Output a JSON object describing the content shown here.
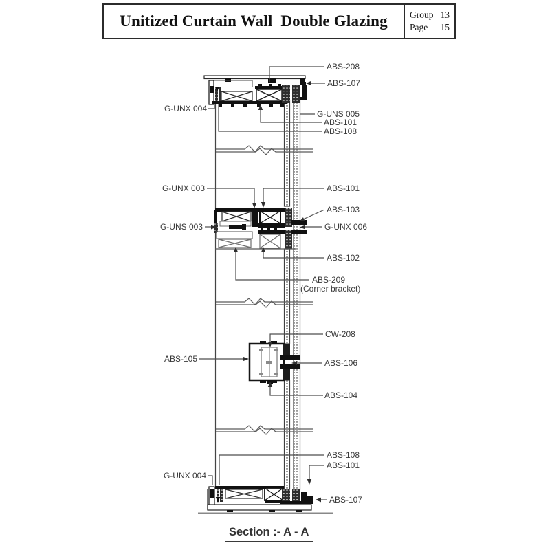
{
  "header": {
    "title": "Unitized Curtain Wall  Double Glazing",
    "group": {
      "label": "Group",
      "value": "13"
    },
    "page": {
      "label": "Page",
      "value": "15"
    }
  },
  "drawing": {
    "labels": [
      {
        "id": "abs-208",
        "text": "ABS-208"
      },
      {
        "id": "abs-107-top",
        "text": "ABS-107"
      },
      {
        "id": "g-unx-004-top",
        "text": "G-UNX 004"
      },
      {
        "id": "g-uns-005",
        "text": "G-UNS 005"
      },
      {
        "id": "abs-101-top",
        "text": "ABS-101"
      },
      {
        "id": "abs-108-top",
        "text": "ABS-108"
      },
      {
        "id": "g-unx-003",
        "text": "G-UNX 003"
      },
      {
        "id": "abs-101-mid",
        "text": "ABS-101"
      },
      {
        "id": "abs-103",
        "text": "ABS-103"
      },
      {
        "id": "g-uns-003",
        "text": "G-UNS 003"
      },
      {
        "id": "g-unx-006",
        "text": "G-UNX 006"
      },
      {
        "id": "abs-102",
        "text": "ABS-102"
      },
      {
        "id": "abs-209",
        "text": "ABS-209"
      },
      {
        "id": "abs-209-note",
        "text": "(Corner bracket)"
      },
      {
        "id": "cw-208",
        "text": "CW-208"
      },
      {
        "id": "abs-105",
        "text": "ABS-105"
      },
      {
        "id": "abs-106",
        "text": "ABS-106"
      },
      {
        "id": "abs-104",
        "text": "ABS-104"
      },
      {
        "id": "abs-108-bottom",
        "text": "ABS-108"
      },
      {
        "id": "abs-101-bottom",
        "text": "ABS-101"
      },
      {
        "id": "g-unx-004-bottom",
        "text": "G-UNX 004"
      },
      {
        "id": "abs-107-bottom",
        "text": "ABS-107"
      }
    ]
  },
  "footer": {
    "caption": "Section :- A - A"
  },
  "colors": {
    "background": "#ffffff",
    "profile_black": "#111111",
    "leader_line": "#4d4d4d",
    "label_text": "#3a3a3a",
    "glass_hatch": "#9a9a9a"
  }
}
